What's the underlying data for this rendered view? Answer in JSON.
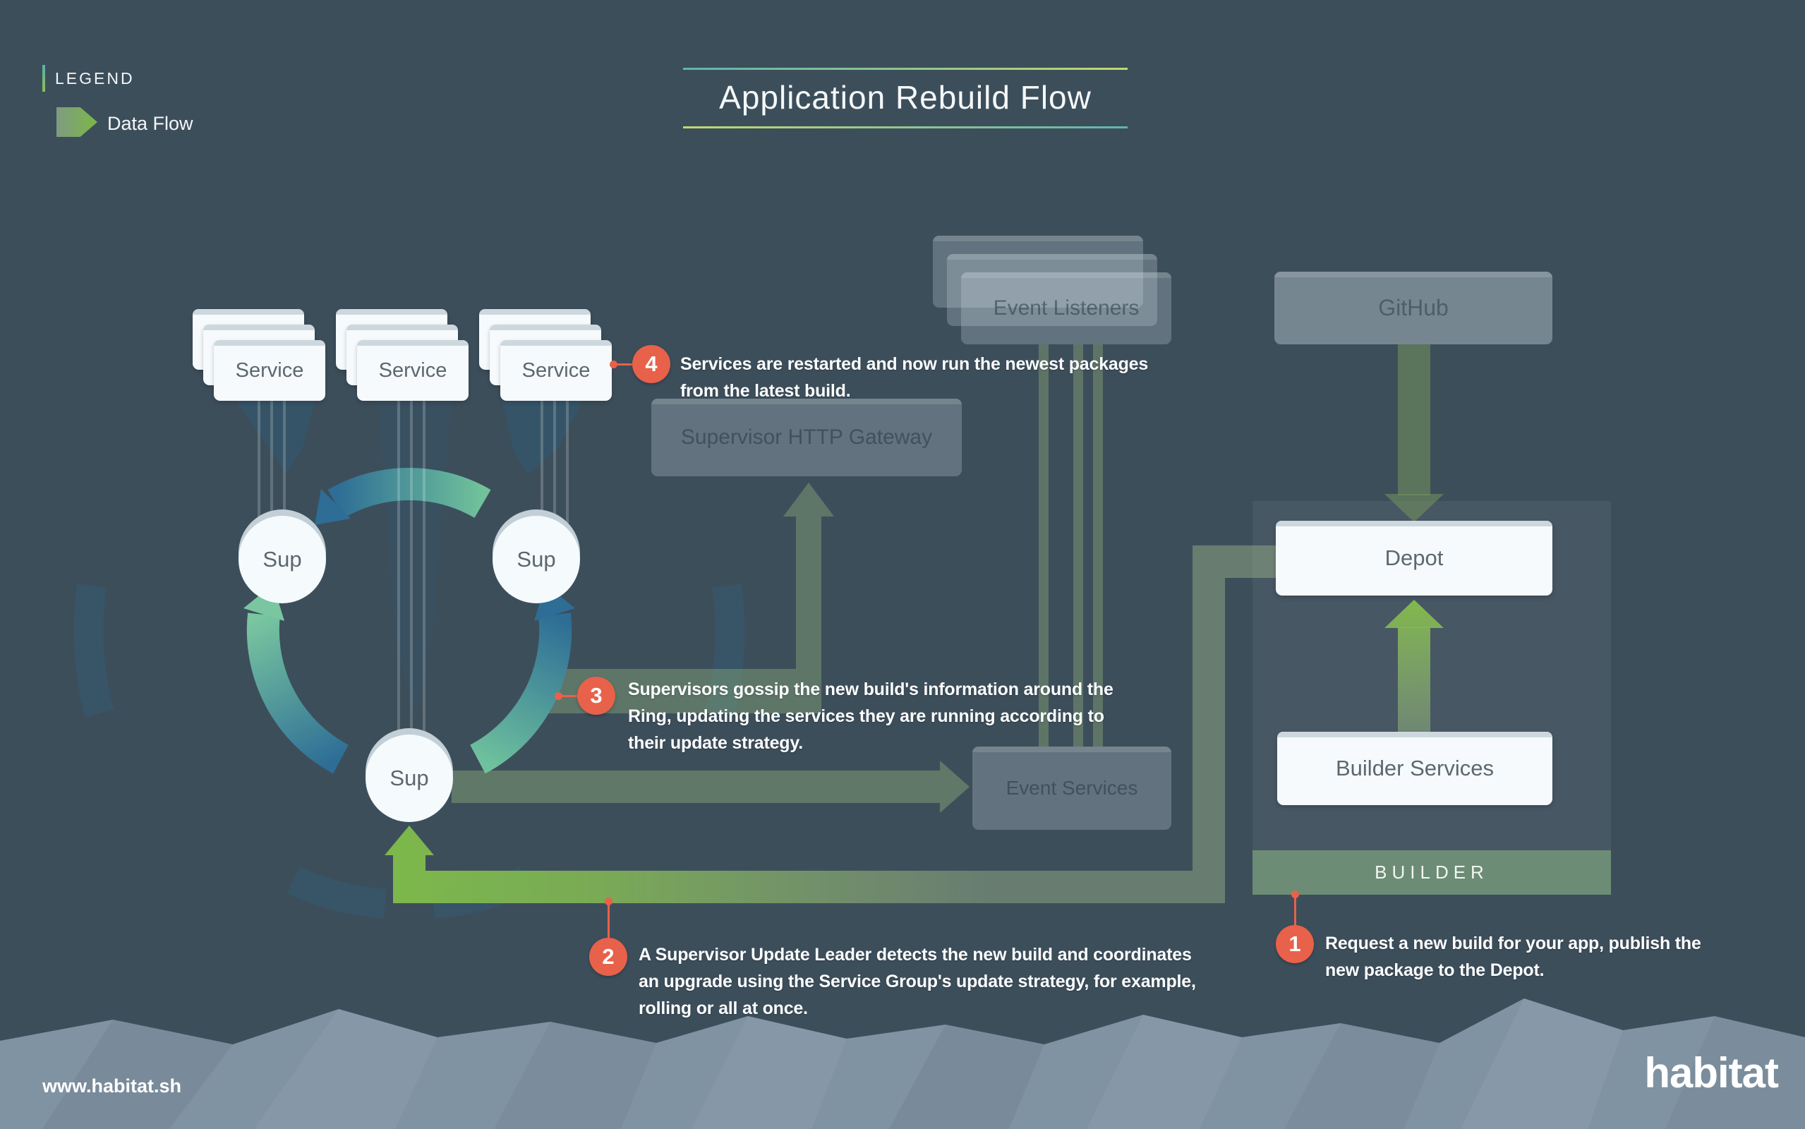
{
  "title": "Application Rebuild Flow",
  "legend": {
    "heading": "LEGEND",
    "data_flow": "Data Flow"
  },
  "nodes": {
    "service": "Service",
    "sup": "Sup",
    "event_listeners": "Event Listeners",
    "supervisor_http_gateway": "Supervisor HTTP Gateway",
    "event_services": "Event Services",
    "github": "GitHub",
    "depot": "Depot",
    "builder_services": "Builder Services",
    "builder": "BUILDER"
  },
  "annotations": [
    {
      "number": "1",
      "text": "Request a new build for your app, publish the new package to the Depot."
    },
    {
      "number": "2",
      "text": "A Supervisor Update Leader detects the new build and coordinates an upgrade using the Service Group's update strategy, for example, rolling or all at once."
    },
    {
      "number": "3",
      "text": "Supervisors gossip the new build's information around the Ring, updating the services they are running according to their update strategy."
    },
    {
      "number": "4",
      "text": "Services are restarted and now run the newest packages from the latest build."
    }
  ],
  "footer": {
    "url": "www.habitat.sh",
    "brand": "habitat"
  },
  "colors": {
    "background": "#3D4E5B",
    "accent_red": "#E8614A",
    "data_flow_green": "#7CB84B",
    "arc_blue": "#2D6D96",
    "arc_green": "#74C49E"
  }
}
